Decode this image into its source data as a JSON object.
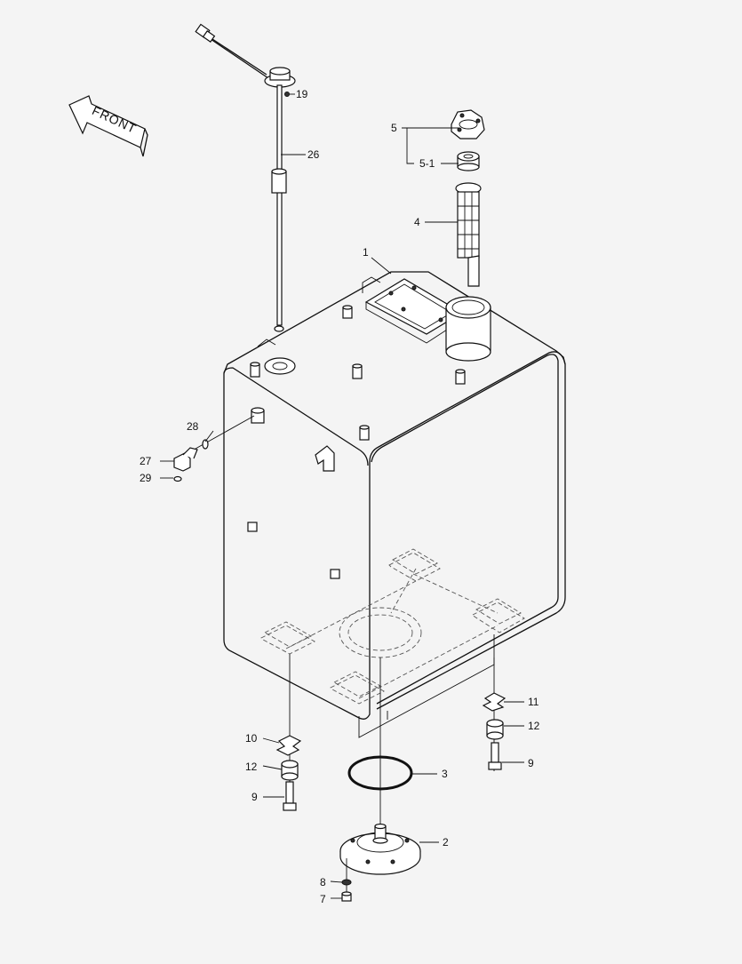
{
  "diagram": {
    "front_label": "FRONT",
    "callouts": {
      "c1": "1",
      "c2": "2",
      "c3": "3",
      "c4": "4",
      "c5": "5",
      "c5_1": "5-1",
      "c7": "7",
      "c8": "8",
      "c9_left": "9",
      "c9_right": "9",
      "c10": "10",
      "c11": "11",
      "c12_left": "12",
      "c12_right": "12",
      "c19": "19",
      "c26": "26",
      "c27": "27",
      "c28": "28",
      "c29": "29"
    }
  }
}
